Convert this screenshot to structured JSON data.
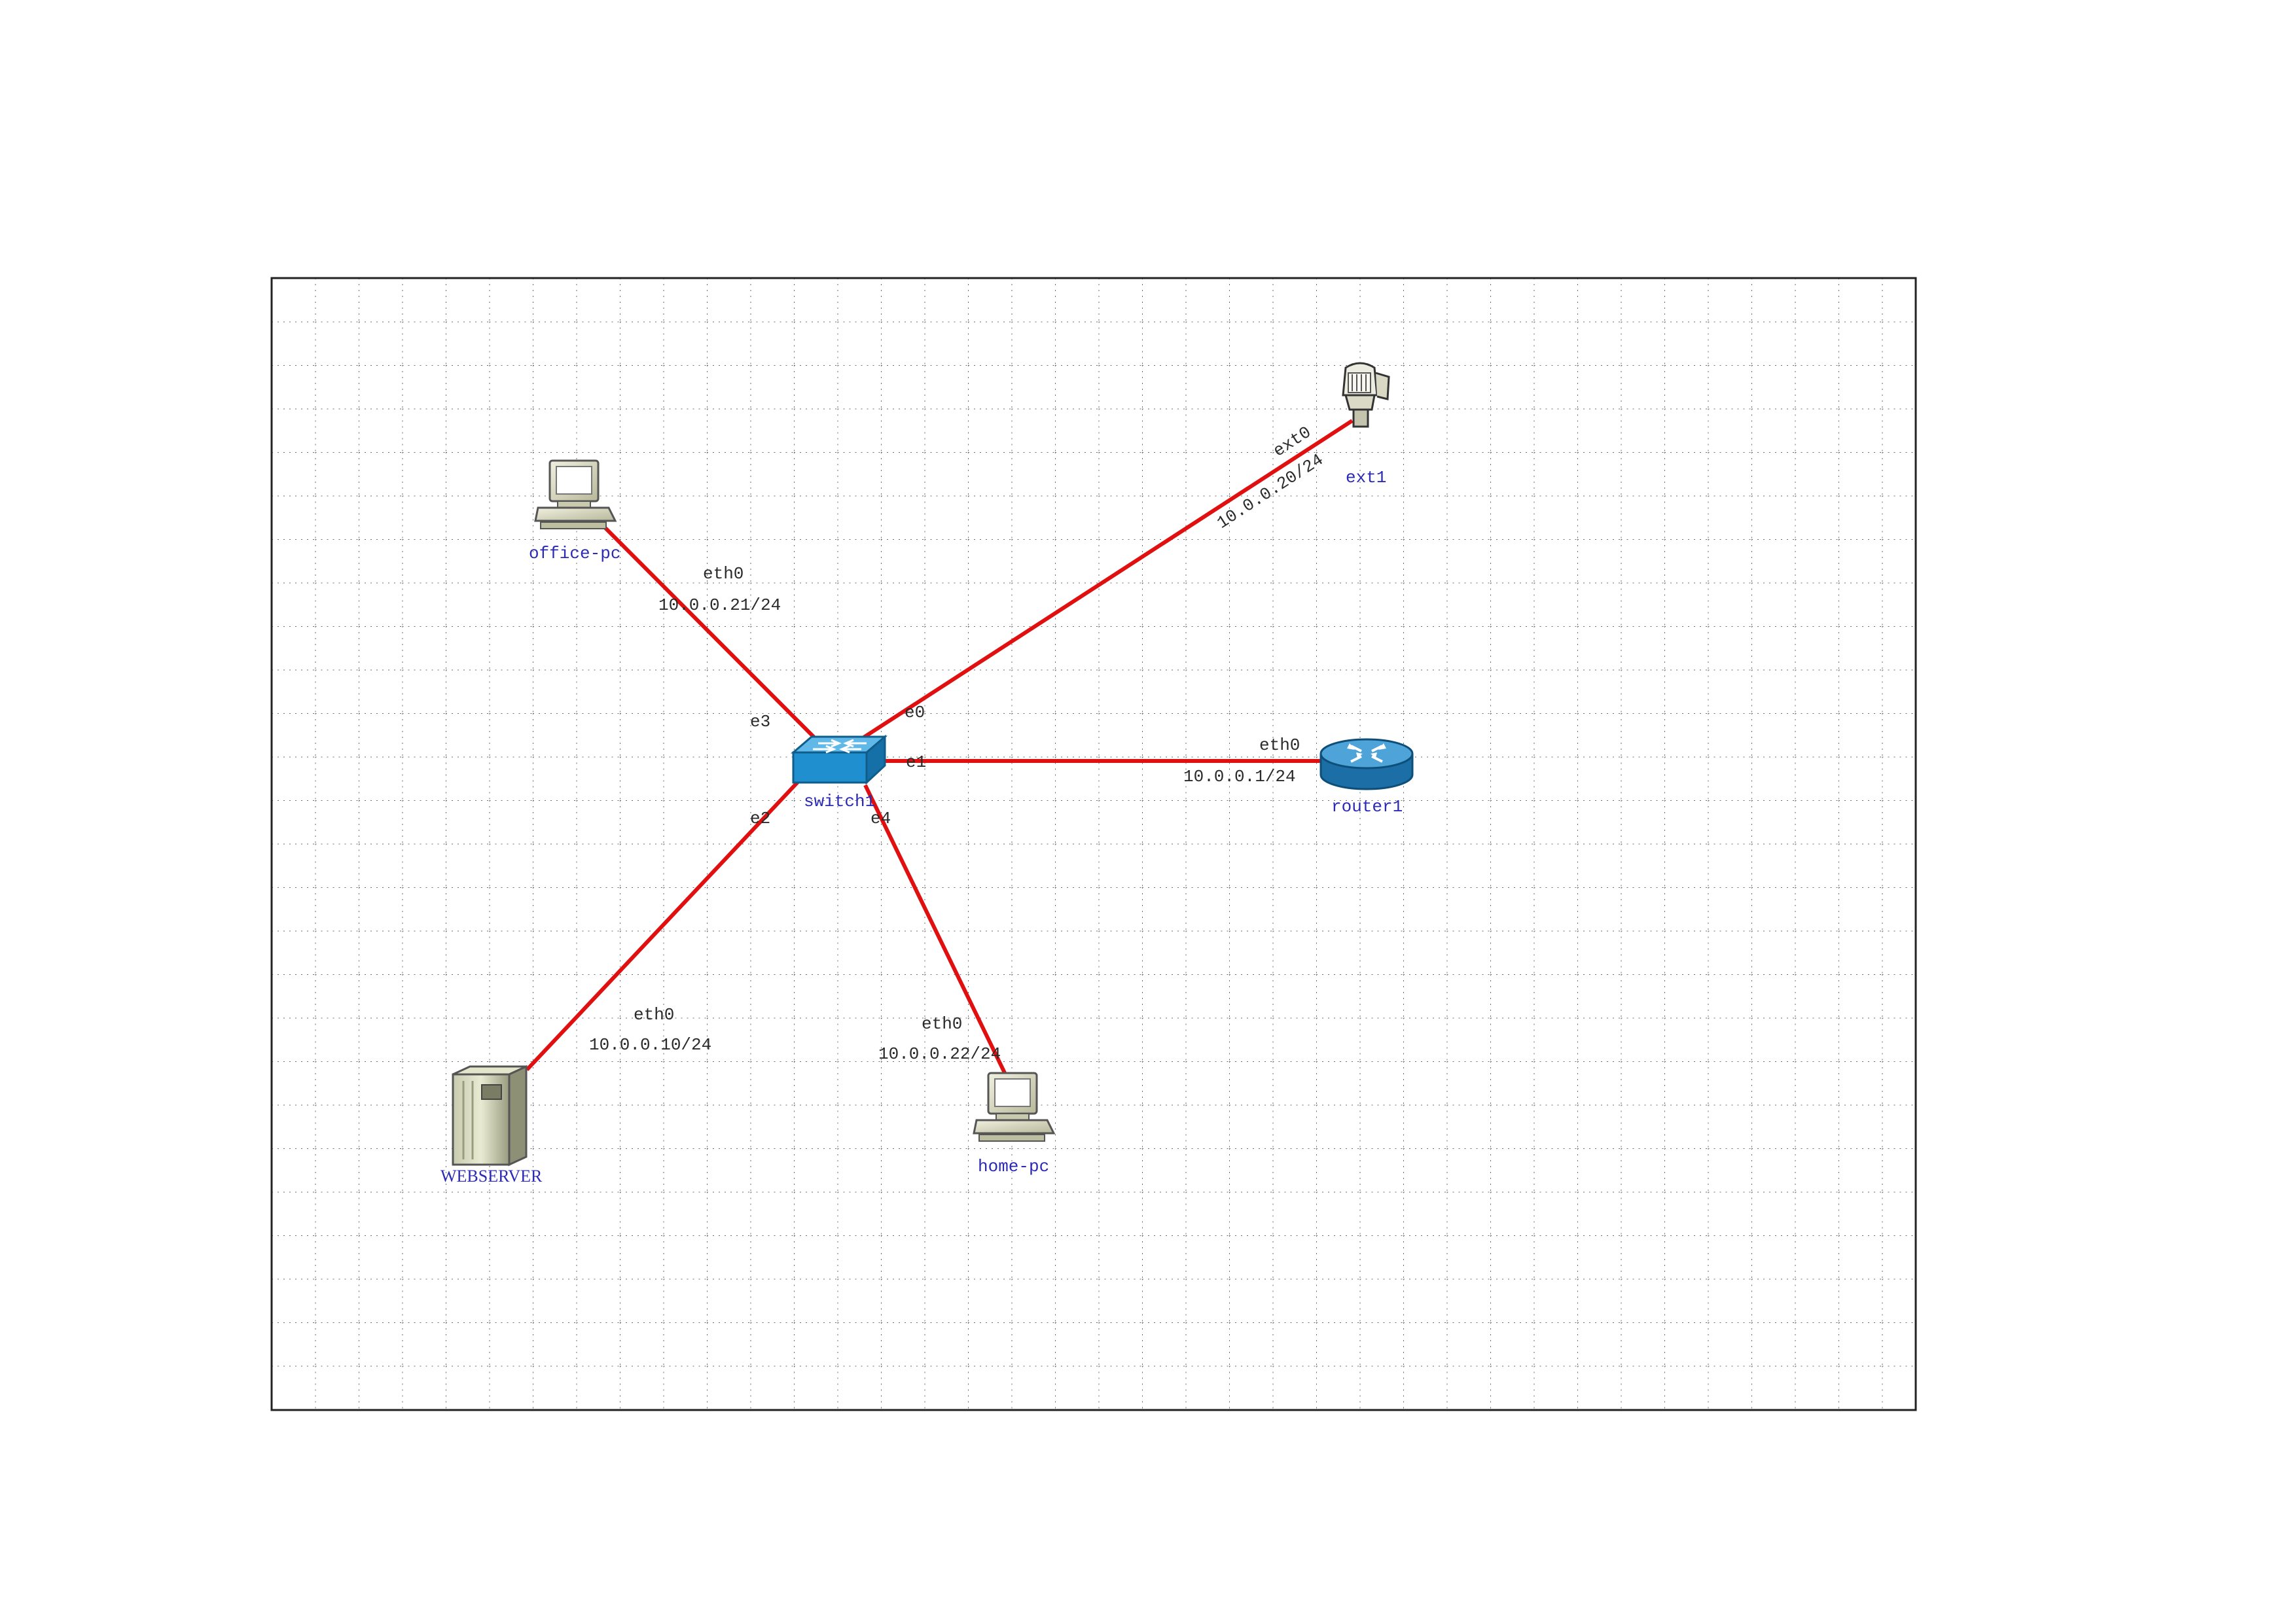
{
  "nodes": {
    "office_pc": {
      "name": "office-pc"
    },
    "ext1": {
      "name": "ext1"
    },
    "switch1": {
      "name": "switch1"
    },
    "router1": {
      "name": "router1"
    },
    "webserver": {
      "name": "WEBSERVER"
    },
    "home_pc": {
      "name": "home-pc"
    }
  },
  "links": {
    "office": {
      "switch_port": "e3",
      "iface": "eth0",
      "ip": "10.0.0.21/24"
    },
    "ext": {
      "switch_port": "e0",
      "iface": "ext0",
      "ip": "10.0.0.20/24"
    },
    "router": {
      "switch_port": "e1",
      "iface": "eth0",
      "ip": "10.0.0.1/24"
    },
    "webserver": {
      "switch_port": "e2",
      "iface": "eth0",
      "ip": "10.0.0.10/24"
    },
    "home": {
      "switch_port": "e4",
      "iface": "eth0",
      "ip": "10.0.0.22/24"
    }
  },
  "colors": {
    "link": "#e01010",
    "grid": "#555555",
    "node_label": "#2b2bb5",
    "switch": "#1f8fd0",
    "router": "#2e86c1"
  },
  "icons": {
    "office_pc": "desktop-computer-icon",
    "home_pc": "desktop-computer-icon",
    "ext1": "ethernet-plug-icon",
    "switch1": "network-switch-icon",
    "router1": "router-icon",
    "webserver": "server-tower-icon"
  }
}
